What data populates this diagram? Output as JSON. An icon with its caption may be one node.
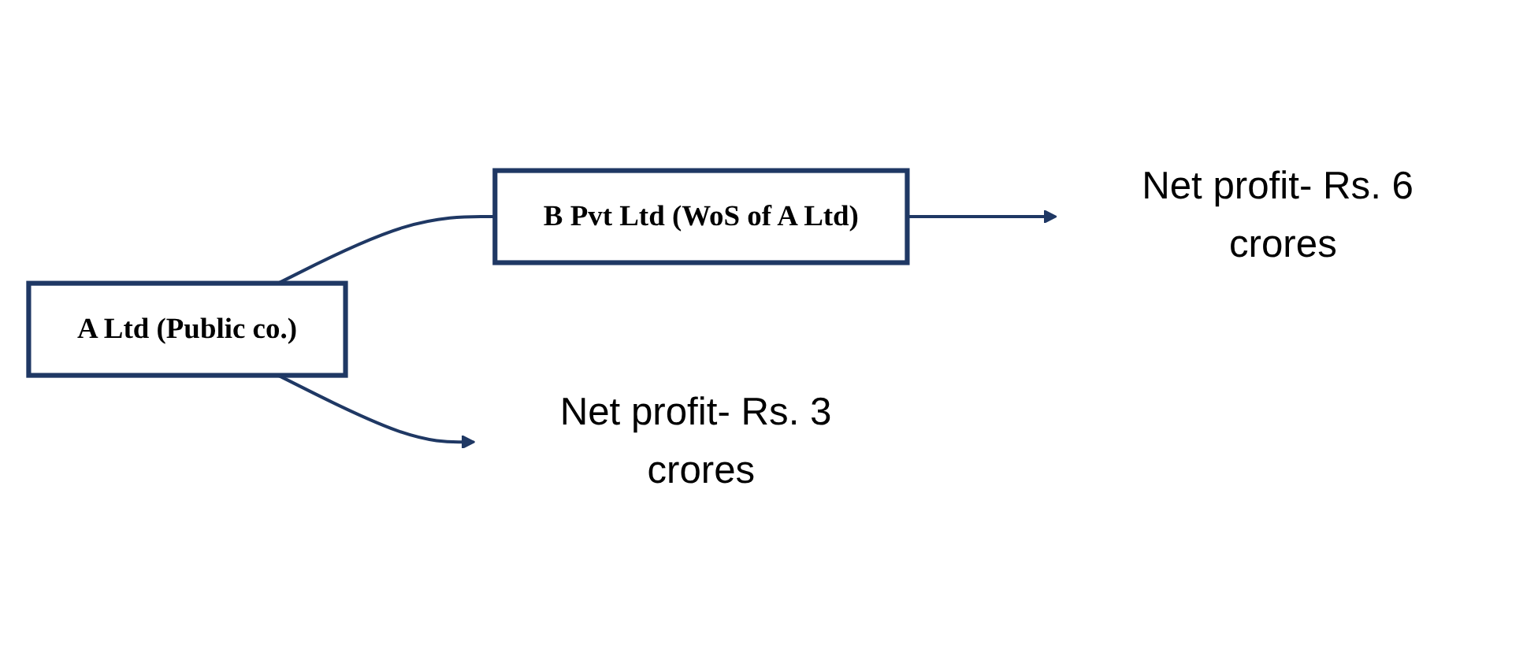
{
  "diagram": {
    "nodes": [
      {
        "text": [
          "A Ltd (Public co.)"
        ]
      },
      {
        "text": [
          "B Pvt Ltd (WoS of A Ltd)"
        ]
      },
      {
        "text": [
          "Net profit- Rs. 3 crores"
        ]
      },
      {
        "text": [
          "Net profit- Rs. 6 crores"
        ]
      }
    ],
    "edges": [
      {
        "from": 0,
        "to": 2,
        "arrow": "to"
      },
      {
        "from": 0,
        "to": 1,
        "arrow": "none"
      },
      {
        "from": 1,
        "to": 3,
        "arrow": "to"
      }
    ]
  }
}
